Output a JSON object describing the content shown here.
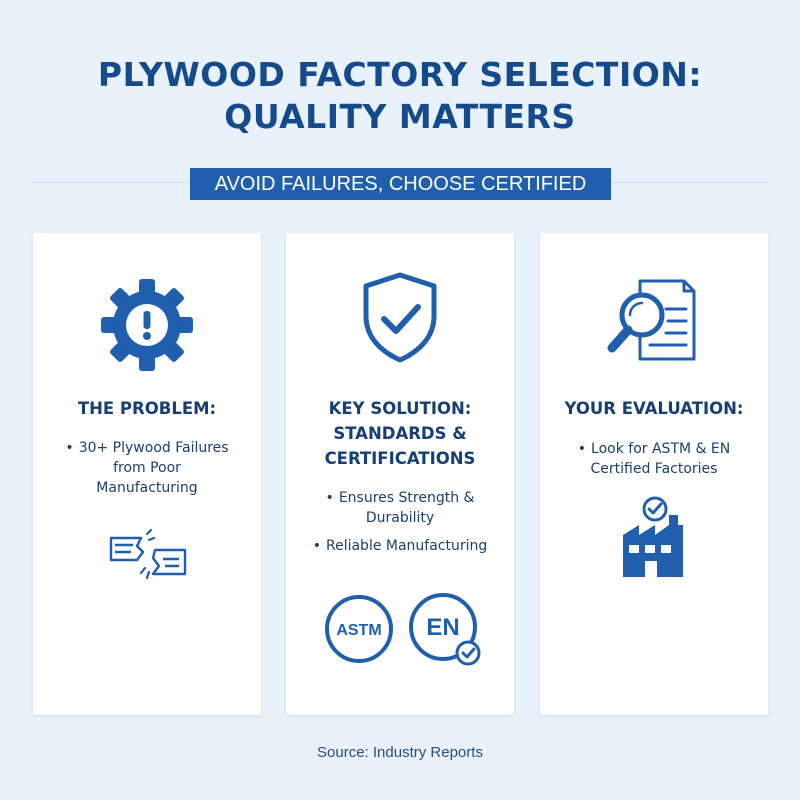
{
  "title": {
    "line1": "PLYWOOD FACTORY SELECTION:",
    "line2": "QUALITY MATTERS"
  },
  "banner": "AVOID FAILURES, CHOOSE CERTIFIED",
  "colors": {
    "accent": "#1f5fae",
    "title": "#154b8c",
    "background": "#e9f1fa",
    "card": "#ffffff"
  },
  "cards": [
    {
      "icon": "warning-gear-icon",
      "heading_lines": [
        "THE PROBLEM:"
      ],
      "bullets": [
        {
          "lines": [
            "30+ Plywood Failures",
            "from Poor",
            "Manufacturing"
          ]
        }
      ],
      "illustration": "broken-plywood-icon"
    },
    {
      "icon": "shield-check-icon",
      "heading_lines": [
        "KEY SOLUTION:",
        "STANDARDS &",
        "CERTIFICATIONS"
      ],
      "bullets": [
        {
          "lines": [
            "Ensures Strength &",
            "Durability"
          ]
        },
        {
          "lines": [
            "Reliable Manufacturing"
          ]
        }
      ],
      "badges": [
        "ASTM",
        "EN"
      ]
    },
    {
      "icon": "document-search-icon",
      "heading_lines": [
        "YOUR EVALUATION:"
      ],
      "bullets": [
        {
          "lines": [
            "Look for ASTM & EN",
            "Certified Factories"
          ]
        }
      ],
      "illustration": "certified-factory-icon"
    }
  ],
  "bullet_symbol": "•",
  "source": "Source: Industry Reports"
}
